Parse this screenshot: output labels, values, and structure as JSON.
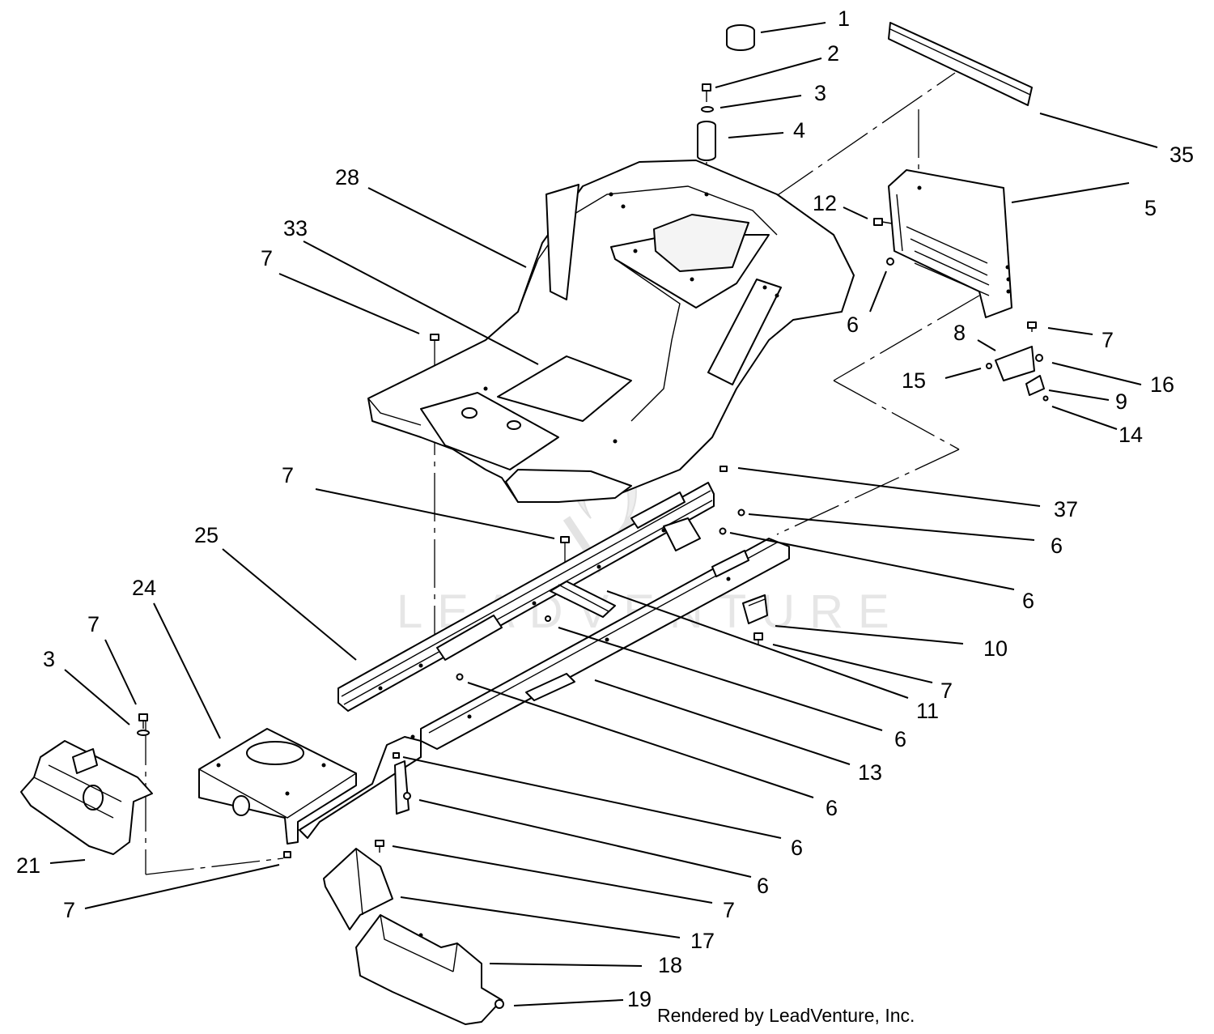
{
  "callouts": [
    {
      "id": "c1",
      "text": "1"
    },
    {
      "id": "c2",
      "text": "2"
    },
    {
      "id": "c3",
      "text": "3"
    },
    {
      "id": "c4",
      "text": "4"
    },
    {
      "id": "c35",
      "text": "35"
    },
    {
      "id": "c5",
      "text": "5"
    },
    {
      "id": "c12",
      "text": "12"
    },
    {
      "id": "c6a",
      "text": "6"
    },
    {
      "id": "c7a",
      "text": "7"
    },
    {
      "id": "c8",
      "text": "8"
    },
    {
      "id": "c15",
      "text": "15"
    },
    {
      "id": "c16",
      "text": "16"
    },
    {
      "id": "c9",
      "text": "9"
    },
    {
      "id": "c14",
      "text": "14"
    },
    {
      "id": "c28",
      "text": "28"
    },
    {
      "id": "c33",
      "text": "33"
    },
    {
      "id": "c7b",
      "text": "7"
    },
    {
      "id": "c7c",
      "text": "7"
    },
    {
      "id": "c37",
      "text": "37"
    },
    {
      "id": "c6b",
      "text": "6"
    },
    {
      "id": "c6c",
      "text": "6"
    },
    {
      "id": "c25",
      "text": "25"
    },
    {
      "id": "c10",
      "text": "10"
    },
    {
      "id": "c24",
      "text": "24"
    },
    {
      "id": "c7d",
      "text": "7"
    },
    {
      "id": "c11",
      "text": "11"
    },
    {
      "id": "c7e",
      "text": "7"
    },
    {
      "id": "c3b",
      "text": "3"
    },
    {
      "id": "c6d",
      "text": "6"
    },
    {
      "id": "c13",
      "text": "13"
    },
    {
      "id": "c6e",
      "text": "6"
    },
    {
      "id": "c6f",
      "text": "6"
    },
    {
      "id": "c21",
      "text": "21"
    },
    {
      "id": "c6g",
      "text": "6"
    },
    {
      "id": "c7f",
      "text": "7"
    },
    {
      "id": "c7g",
      "text": "7"
    },
    {
      "id": "c17",
      "text": "17"
    },
    {
      "id": "c18",
      "text": "18"
    },
    {
      "id": "c19",
      "text": "19"
    }
  ],
  "footer": "Rendered by LeadVenture, Inc.",
  "watermark": "LEADVENTURE",
  "colors": {
    "line": "#000000",
    "background": "#ffffff",
    "watermark": "#e6e6e6"
  }
}
